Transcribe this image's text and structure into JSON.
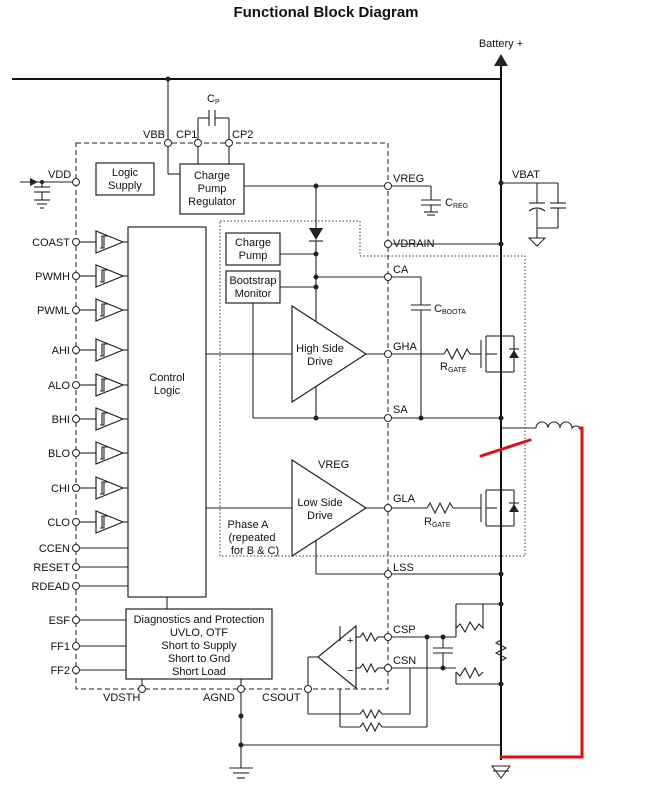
{
  "title": "Functional Block Diagram",
  "labels": {
    "battery": "Battery +",
    "vbat": "VBAT",
    "cp": "C",
    "cp_sub": "P",
    "vbb": "VBB",
    "cp1": "CP1",
    "cp2": "CP2",
    "vdd": "VDD",
    "vreg": "VREG",
    "creg": "C",
    "creg_sub": "REG",
    "vdrain": "VDRAIN",
    "ca": "CA",
    "cboota": "C",
    "cboota_sub": "BOOTA",
    "gha": "GHA",
    "rgate1": "R",
    "rgate1_sub": "GATE",
    "sa": "SA",
    "vreg2": "VREG",
    "gla": "GLA",
    "rgate2": "R",
    "rgate2_sub": "GATE",
    "lss": "LSS",
    "csp": "CSP",
    "csn": "CSN",
    "vdsth": "VDSTH",
    "agnd": "AGND",
    "csout": "CSOUT"
  },
  "inputs": [
    "COAST",
    "PWMH",
    "PWML",
    "AHI",
    "ALO",
    "BHI",
    "BLO",
    "CHI",
    "CLO",
    "CCEN",
    "RESET",
    "RDEAD",
    "ESF",
    "FF1",
    "FF2"
  ],
  "blocks": {
    "logic_supply": [
      "Logic",
      "Supply"
    ],
    "charge_pump_regulator": [
      "Charge",
      "Pump",
      "Regulator"
    ],
    "charge_pump": [
      "Charge",
      "Pump"
    ],
    "bootstrap_monitor": [
      "Bootstrap",
      "Monitor"
    ],
    "control_logic": [
      "Control",
      "Logic"
    ],
    "high_side_drive": [
      "High Side",
      "Drive"
    ],
    "low_side_drive": [
      "Low Side",
      "Drive"
    ],
    "phase_note": [
      "Phase A",
      "(repeated",
      "for B & C)"
    ],
    "diagnostics": [
      "Diagnostics and Protection",
      "UVLO, OTF",
      "Short to Supply",
      "Short to Gnd",
      "Short Load"
    ]
  },
  "colors": {
    "wire": "#222222",
    "annotation": "#e01010"
  }
}
